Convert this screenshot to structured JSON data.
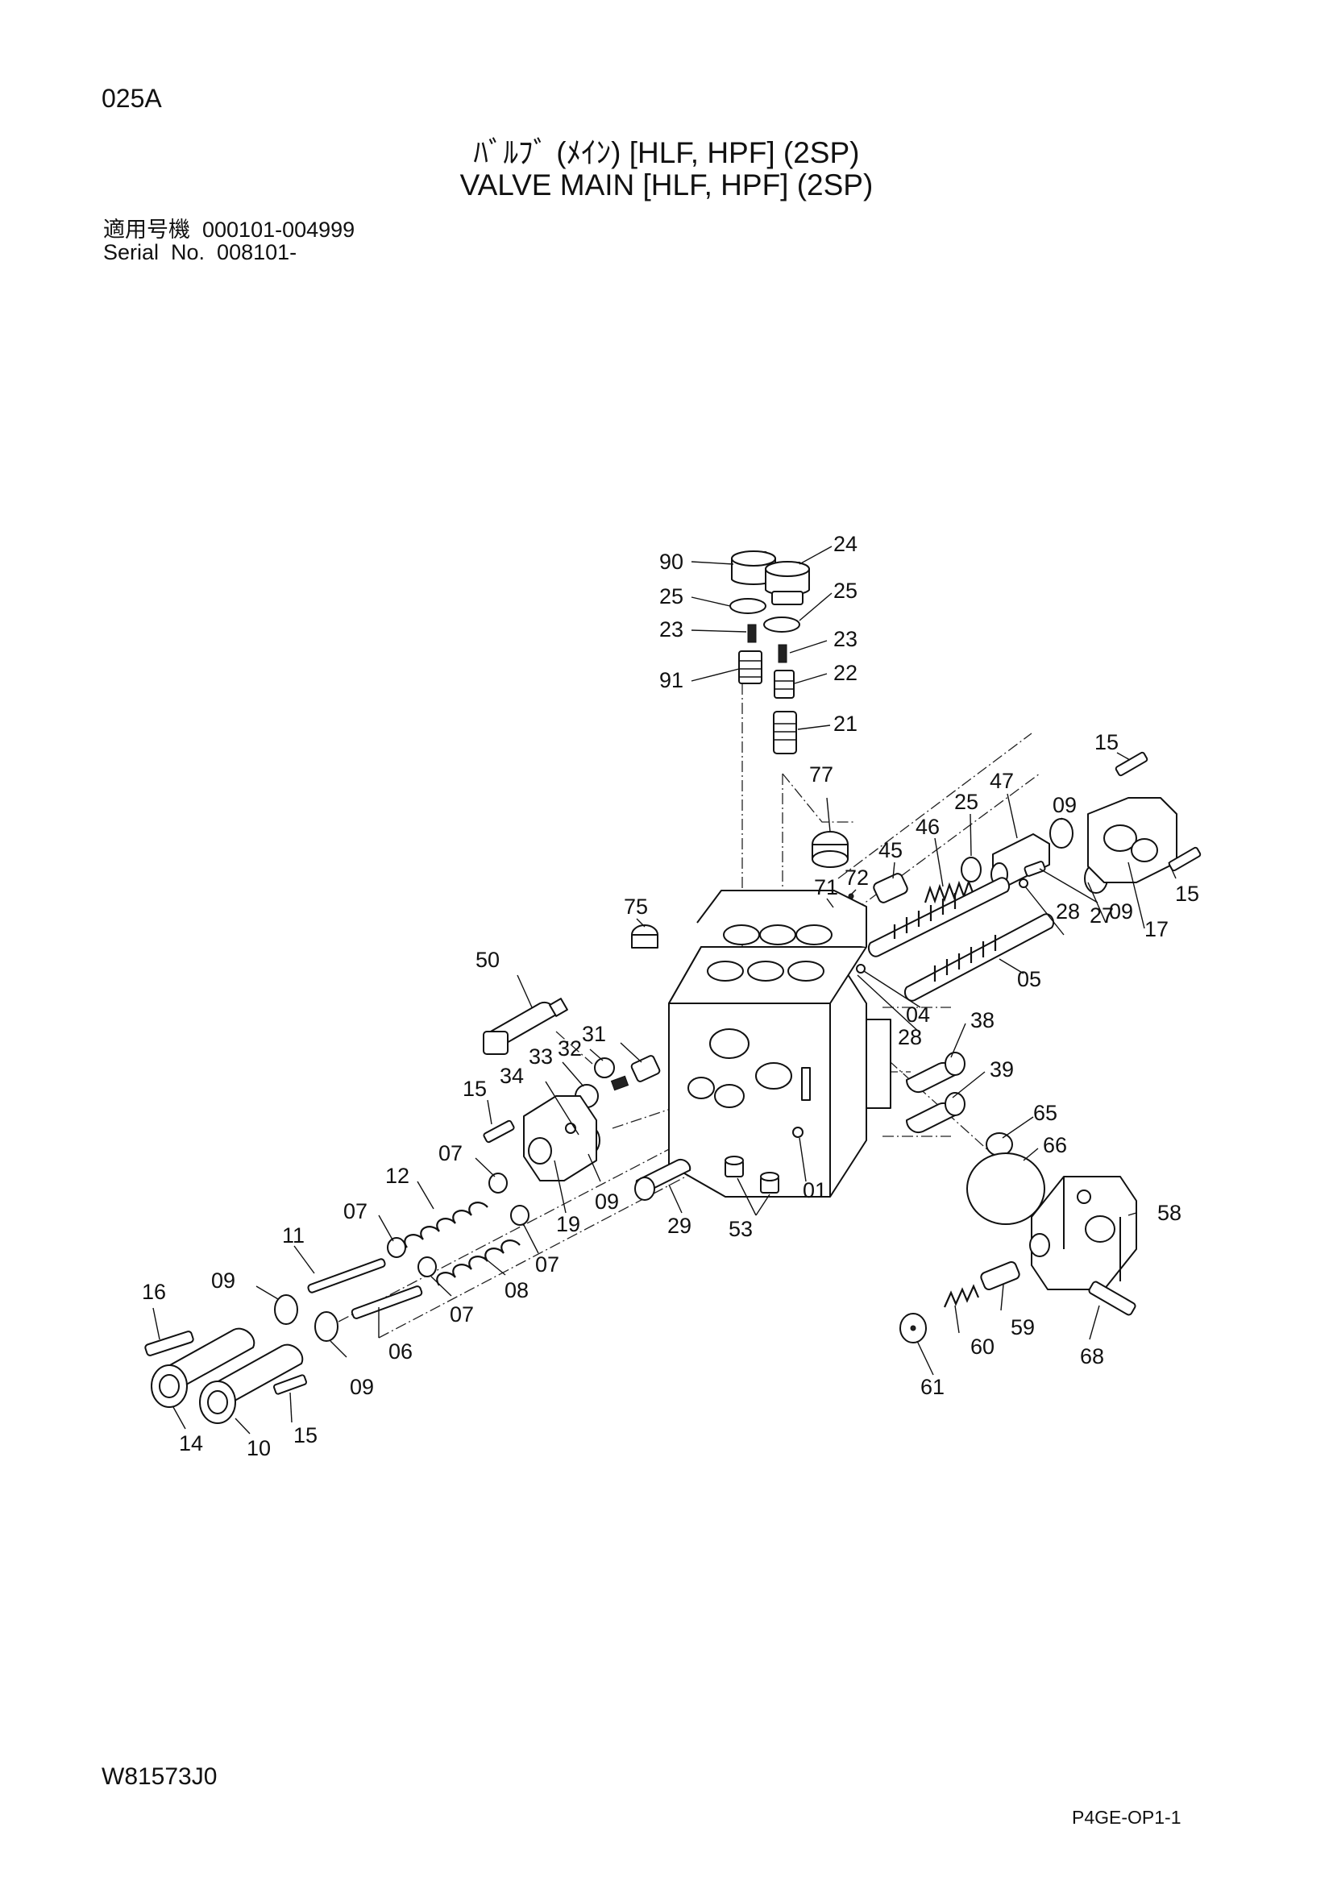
{
  "page_code": "025A",
  "title_jp": "ﾊﾞﾙﾌﾞ (ﾒｲﾝ) [HLF, HPF] (2SP)",
  "title_en": "VALVE MAIN [HLF, HPF] (2SP)",
  "serial_line_jp": "適用号機  000101-004999",
  "serial_line_en": "Serial  No.  008101-",
  "drawing_code": "W81573J0",
  "sheet_code": "P4GE-OP1-1",
  "callouts": [
    {
      "id": "c90",
      "text": "90"
    },
    {
      "id": "c24",
      "text": "24"
    },
    {
      "id": "c25a",
      "text": "25"
    },
    {
      "id": "c25b",
      "text": "25"
    },
    {
      "id": "c23a",
      "text": "23"
    },
    {
      "id": "c23b",
      "text": "23"
    },
    {
      "id": "c91",
      "text": "91"
    },
    {
      "id": "c22",
      "text": "22"
    },
    {
      "id": "c21",
      "text": "21"
    },
    {
      "id": "c77",
      "text": "77"
    },
    {
      "id": "c47",
      "text": "47"
    },
    {
      "id": "c15a",
      "text": "15"
    },
    {
      "id": "c46",
      "text": "46"
    },
    {
      "id": "c25c",
      "text": "25"
    },
    {
      "id": "c09a",
      "text": "09"
    },
    {
      "id": "c45",
      "text": "45"
    },
    {
      "id": "c71",
      "text": "71"
    },
    {
      "id": "c72",
      "text": "72"
    },
    {
      "id": "c15b",
      "text": "15"
    },
    {
      "id": "c27",
      "text": "27"
    },
    {
      "id": "c09b",
      "text": "09"
    },
    {
      "id": "c17",
      "text": "17"
    },
    {
      "id": "c28a",
      "text": "28"
    },
    {
      "id": "c75",
      "text": "75"
    },
    {
      "id": "c05",
      "text": "05"
    },
    {
      "id": "c50",
      "text": "50"
    },
    {
      "id": "c04",
      "text": "04"
    },
    {
      "id": "c28b",
      "text": "28"
    },
    {
      "id": "c31",
      "text": "31"
    },
    {
      "id": "c32",
      "text": "32"
    },
    {
      "id": "c33",
      "text": "33"
    },
    {
      "id": "c38",
      "text": "38"
    },
    {
      "id": "c34",
      "text": "34"
    },
    {
      "id": "c39",
      "text": "39"
    },
    {
      "id": "c15c",
      "text": "15"
    },
    {
      "id": "c65",
      "text": "65"
    },
    {
      "id": "c66",
      "text": "66"
    },
    {
      "id": "c07a",
      "text": "07"
    },
    {
      "id": "c12",
      "text": "12"
    },
    {
      "id": "c09c",
      "text": "09"
    },
    {
      "id": "c01",
      "text": "01"
    },
    {
      "id": "c29",
      "text": "29"
    },
    {
      "id": "c53",
      "text": "53"
    },
    {
      "id": "c07b",
      "text": "07"
    },
    {
      "id": "c19",
      "text": "19"
    },
    {
      "id": "c58",
      "text": "58"
    },
    {
      "id": "c07c",
      "text": "07"
    },
    {
      "id": "c11",
      "text": "11"
    },
    {
      "id": "c08",
      "text": "08"
    },
    {
      "id": "c07d",
      "text": "07"
    },
    {
      "id": "c09d",
      "text": "09"
    },
    {
      "id": "c16",
      "text": "16"
    },
    {
      "id": "c06",
      "text": "06"
    },
    {
      "id": "c59",
      "text": "59"
    },
    {
      "id": "c60",
      "text": "60"
    },
    {
      "id": "c68",
      "text": "68"
    },
    {
      "id": "c09e",
      "text": "09"
    },
    {
      "id": "c61",
      "text": "61"
    },
    {
      "id": "c15d",
      "text": "15"
    },
    {
      "id": "c14",
      "text": "14"
    },
    {
      "id": "c10",
      "text": "10"
    }
  ]
}
